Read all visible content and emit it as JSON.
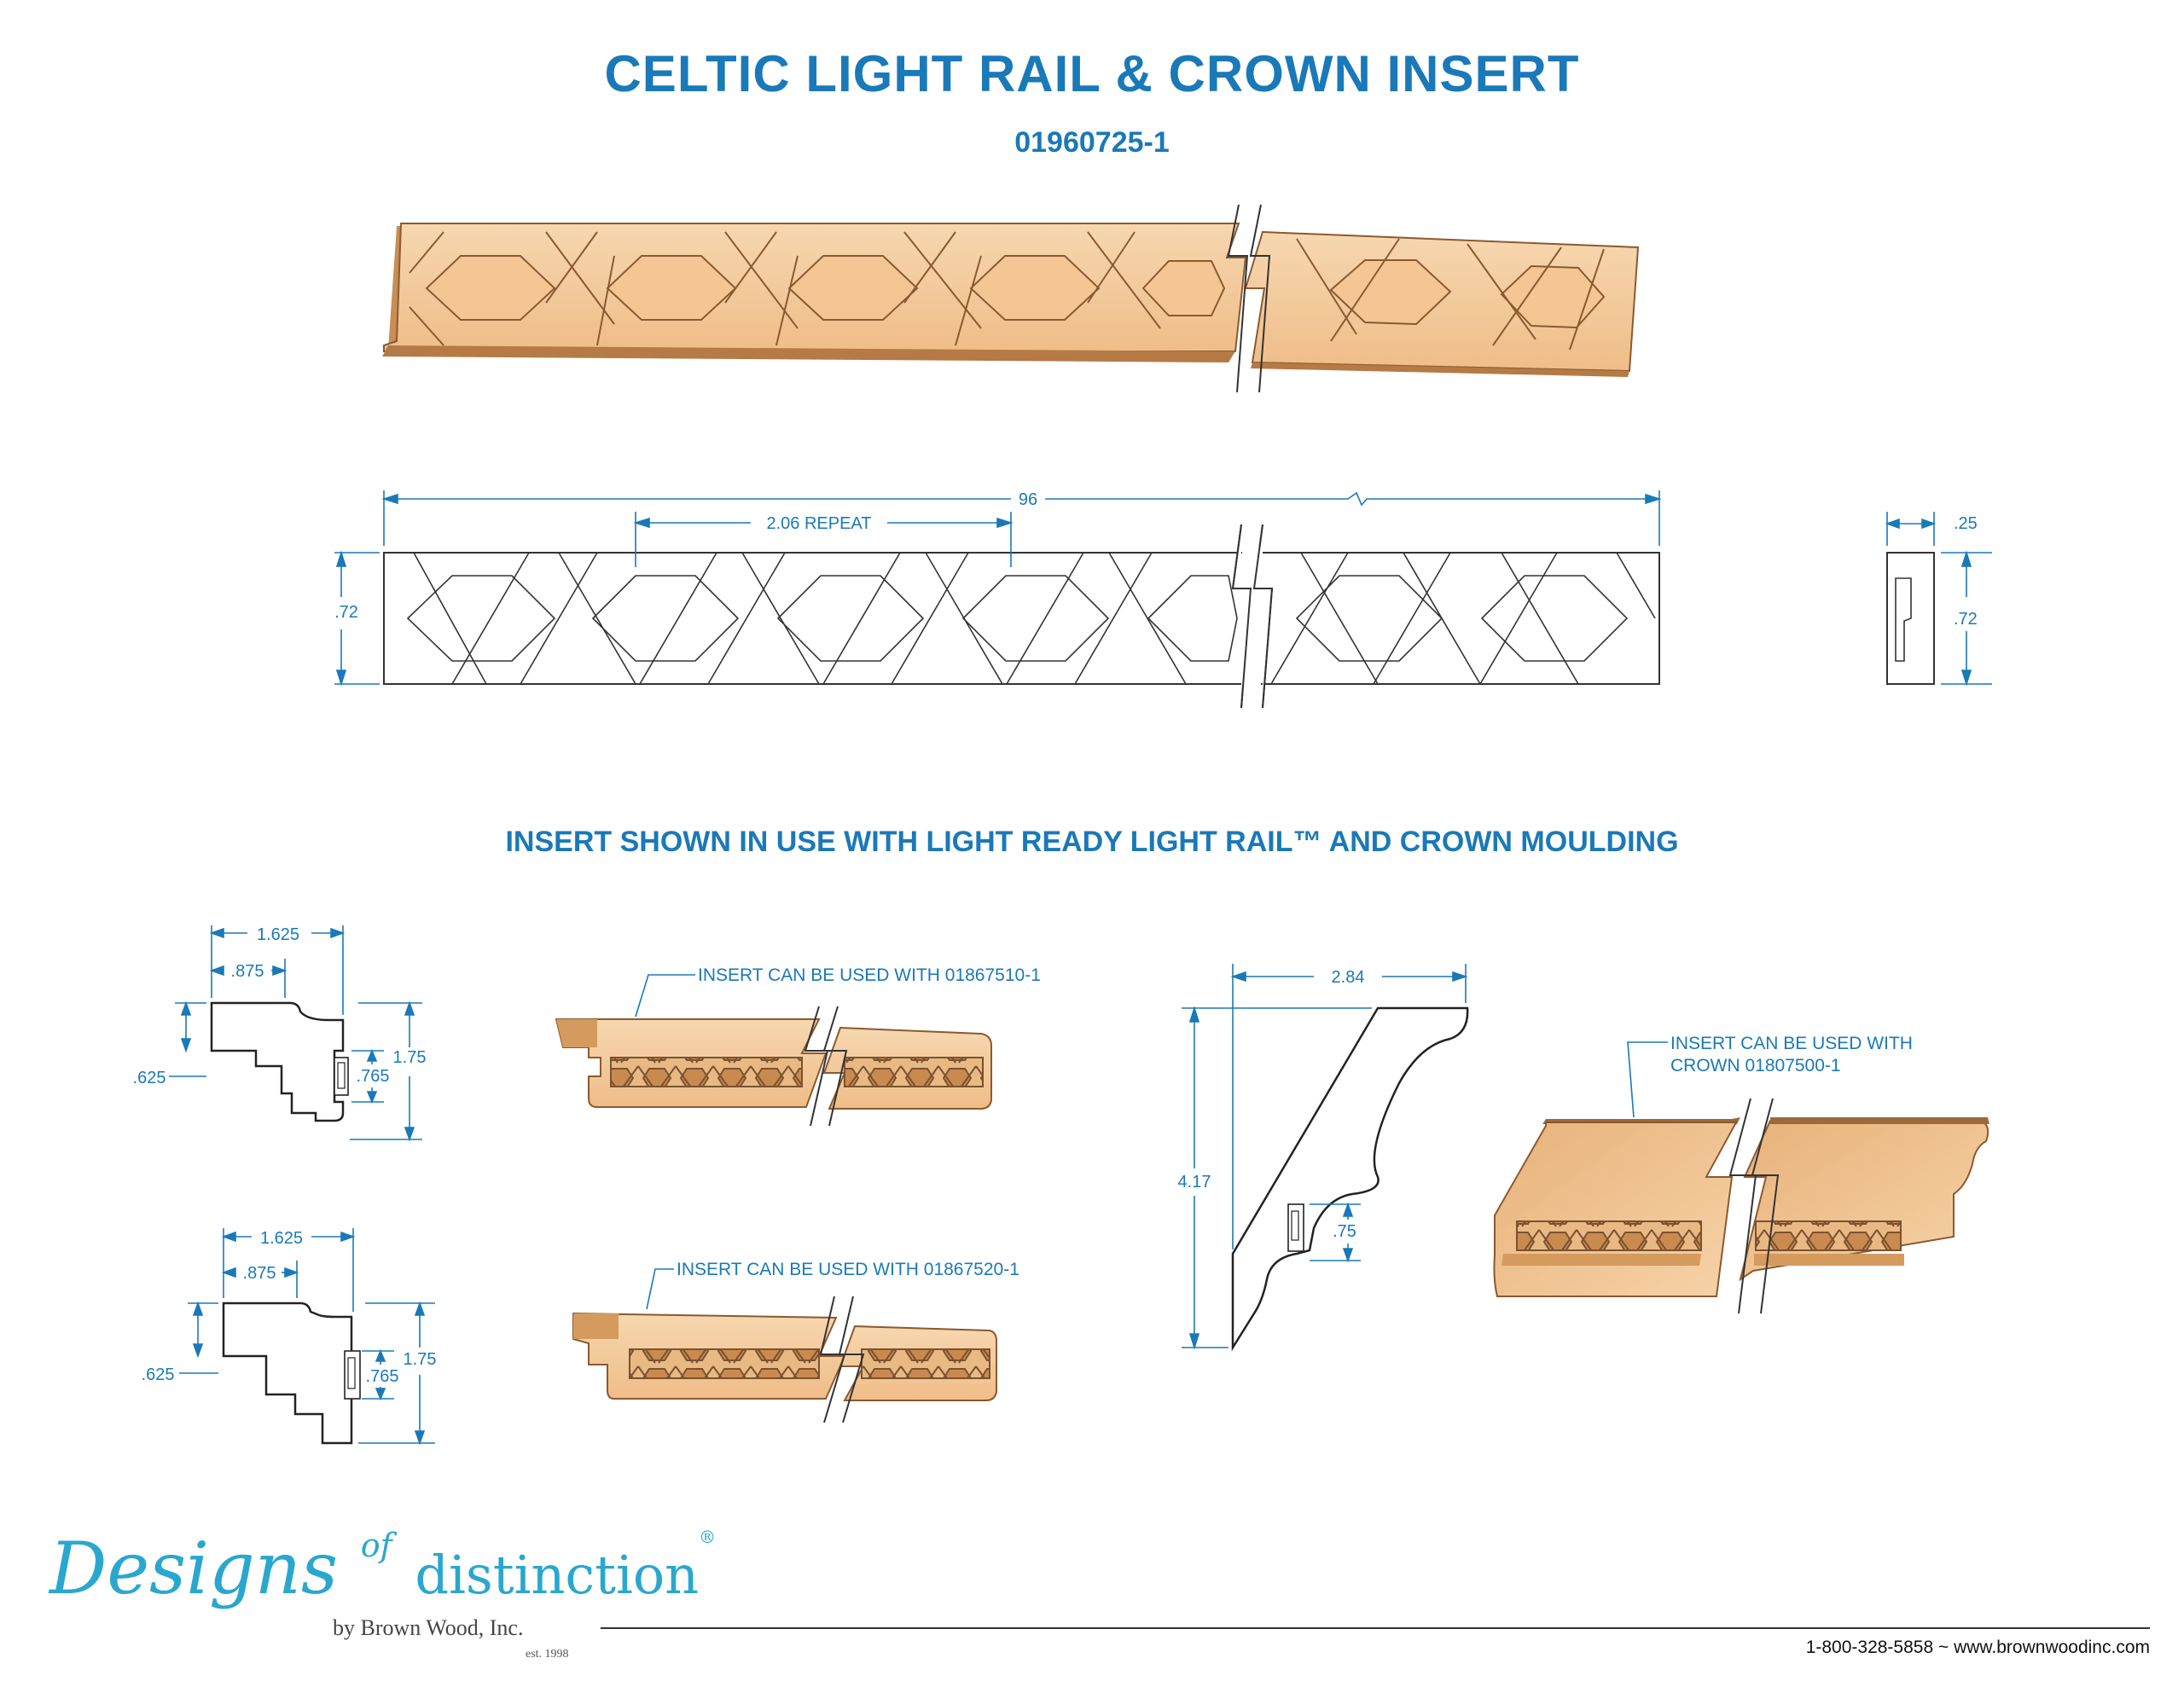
{
  "header": {
    "title": "CELTIC LIGHT RAIL & CROWN INSERT",
    "part_number": "01960725-1"
  },
  "drawing": {
    "dim_length": "96",
    "dim_repeat": "2.06 REPEAT",
    "dim_height": ".72",
    "end_dim_thickness": ".25",
    "end_dim_height": ".72"
  },
  "usage": {
    "subtitle": "INSERT SHOWN IN USE WITH LIGHT READY LIGHT RAIL™ AND CROWN MOULDING",
    "rail1": {
      "w1": "1.625",
      "w2": ".875",
      "h1": ".625",
      "h2": "1.75",
      "h3": ".765",
      "note": "INSERT CAN BE USED WITH 01867510-1"
    },
    "rail2": {
      "w1": "1.625",
      "w2": ".875",
      "h1": ".625",
      "h2": "1.75",
      "h3": ".765",
      "note": "INSERT CAN BE USED WITH 01867520-1"
    },
    "crown": {
      "width": "2.84",
      "height": "4.17",
      "insert": ".75",
      "note_line1": "INSERT CAN BE USED WITH",
      "note_line2": "CROWN 01807500-1"
    }
  },
  "footer": {
    "brand_main": "Designs",
    "brand_of": "of",
    "brand_second": "distinction",
    "brand_mark": "®",
    "byline": "by Brown Wood, Inc.",
    "established": "est. 1998",
    "contact": "1-800-328-5858 ~ www.brownwoodinc.com"
  },
  "colors": {
    "accent": "#1a79b8",
    "wood_light": "#f3c99a",
    "wood_dark": "#c98e55",
    "logo": "#2aa7cf"
  }
}
